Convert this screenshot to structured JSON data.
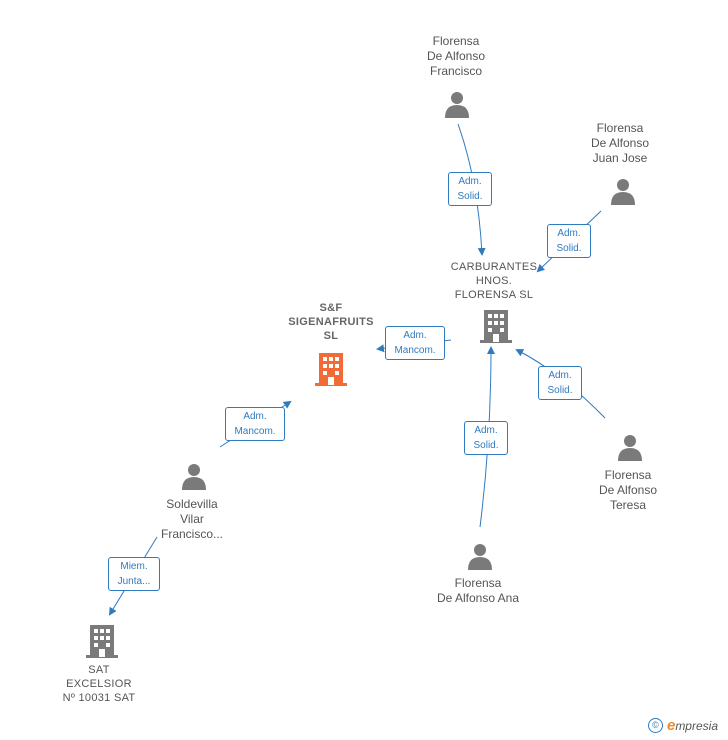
{
  "nodes": {
    "focus_company": {
      "lines": [
        "S&F",
        "SIGENAFRUITS",
        "SL"
      ],
      "color": "#f26a35"
    },
    "carburantes": {
      "lines": [
        "CARBURANTES",
        "HNOS.",
        "FLORENSA  SL"
      ]
    },
    "sat_excelsior": {
      "lines": [
        "SAT",
        "EXCELSIOR",
        "Nº 10031 SAT"
      ]
    },
    "florensa_francisco": {
      "lines": [
        "Florensa",
        "De Alfonso",
        "Francisco"
      ]
    },
    "florensa_juan_jose": {
      "lines": [
        "Florensa",
        "De Alfonso",
        "Juan Jose"
      ]
    },
    "florensa_teresa": {
      "lines": [
        "Florensa",
        "De Alfonso",
        "Teresa"
      ]
    },
    "florensa_ana": {
      "lines": [
        "Florensa",
        "De Alfonso Ana"
      ]
    },
    "soldevilla": {
      "lines": [
        "Soldevilla",
        "Vilar",
        "Francisco..."
      ]
    }
  },
  "relations": {
    "francisco_to_carburantes": [
      "Adm.",
      "Solid."
    ],
    "juan_jose_to_carburantes": [
      "Adm.",
      "Solid."
    ],
    "teresa_to_carburantes": [
      "Adm.",
      "Solid."
    ],
    "ana_to_carburantes": [
      "Adm.",
      "Solid."
    ],
    "carburantes_to_focus": [
      "Adm.",
      "Mancom."
    ],
    "soldevilla_to_focus": [
      "Adm.",
      "Mancom."
    ],
    "soldevilla_to_sat": [
      "Miem.",
      "Junta..."
    ]
  },
  "colors": {
    "edge": "#2f7bc0",
    "company_icon": "#7a7a7a",
    "person_icon": "#7a7a7a",
    "focus_icon": "#f26a35"
  },
  "footer": {
    "copyright": "©",
    "brand_initial": "e",
    "brand_rest": "mpresia"
  }
}
